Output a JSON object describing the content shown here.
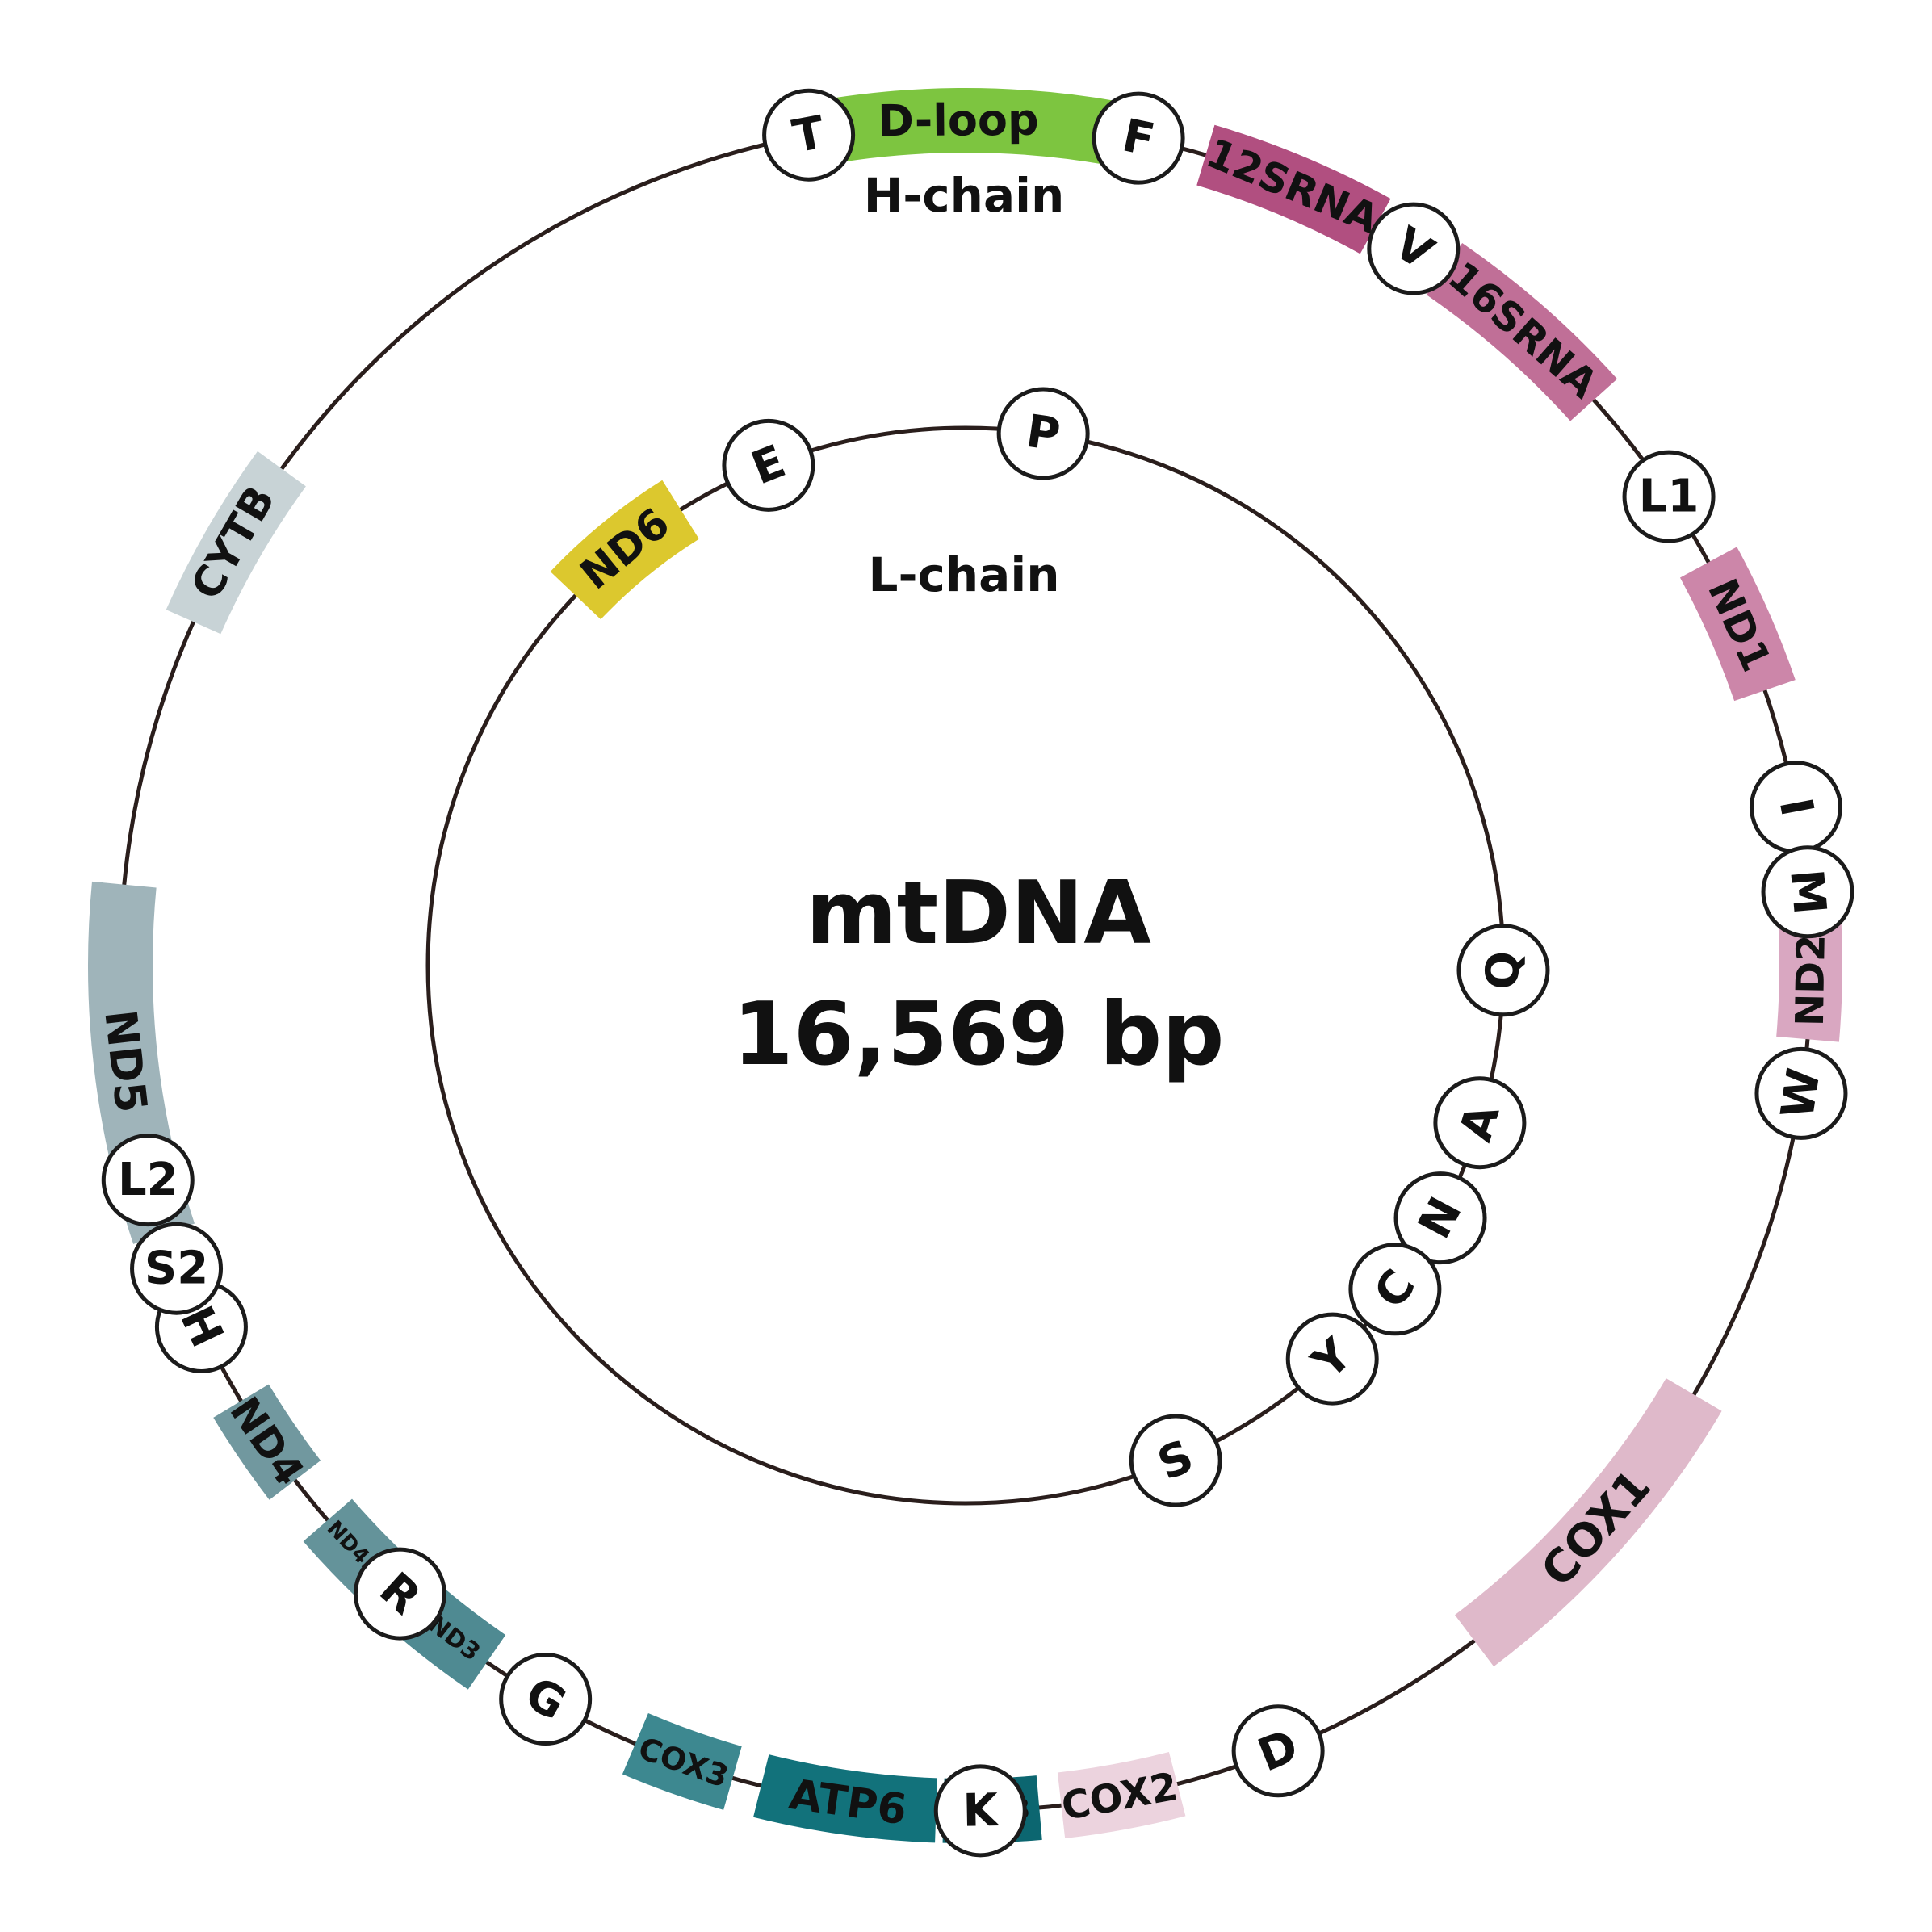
{
  "title": "mtDNA",
  "size": "16,569 bp",
  "outer_chain_label": "H-chain",
  "inner_chain_label": "L-chain",
  "genes_outer": [
    {
      "label": "D-loop",
      "color": "#7dc540",
      "text_color": "#111111"
    },
    {
      "label": "12SRNA",
      "color": "#b14f80",
      "text_color": "#111111"
    },
    {
      "label": "16SRNA",
      "color": "#c06f97",
      "text_color": "#111111"
    },
    {
      "label": "ND1",
      "color": "#cc86a9",
      "text_color": "#111111"
    },
    {
      "label": "ND2",
      "color": "#d9a7c1",
      "text_color": "#111111"
    },
    {
      "label": "COX1",
      "color": "#dfb9ca",
      "text_color": "#111111"
    },
    {
      "label": "COX2",
      "color": "#ecd3de",
      "text_color": "#111111"
    },
    {
      "label": "ATP8",
      "color": "#0c6670",
      "text_color": "#ffffff"
    },
    {
      "label": "ATP6",
      "color": "#12727b",
      "text_color": "#ffffff"
    },
    {
      "label": "COX3",
      "color": "#3d8890",
      "text_color": "#ffffff"
    },
    {
      "label": "ND3",
      "color": "#4f8a92",
      "text_color": "#ffffff"
    },
    {
      "label": "ND4L",
      "color": "#64939a",
      "text_color": "#ffffff"
    },
    {
      "label": "ND4",
      "color": "#71989f",
      "text_color": "#111111"
    },
    {
      "label": "ND5",
      "color": "#9fb4ba",
      "text_color": "#111111"
    },
    {
      "label": "CYTB",
      "color": "#c8d3d6",
      "text_color": "#111111"
    }
  ],
  "trna_outer": [
    "F",
    "V",
    "L1",
    "I",
    "M",
    "W",
    "D",
    "K",
    "G",
    "R",
    "H",
    "S2",
    "L2",
    "T"
  ],
  "genes_inner": [
    {
      "label": "ND6",
      "color": "#dcc82e",
      "text_color": "#111111"
    }
  ],
  "trna_inner": [
    "P",
    "E",
    "Q",
    "A",
    "N",
    "C",
    "Y",
    "S"
  ]
}
